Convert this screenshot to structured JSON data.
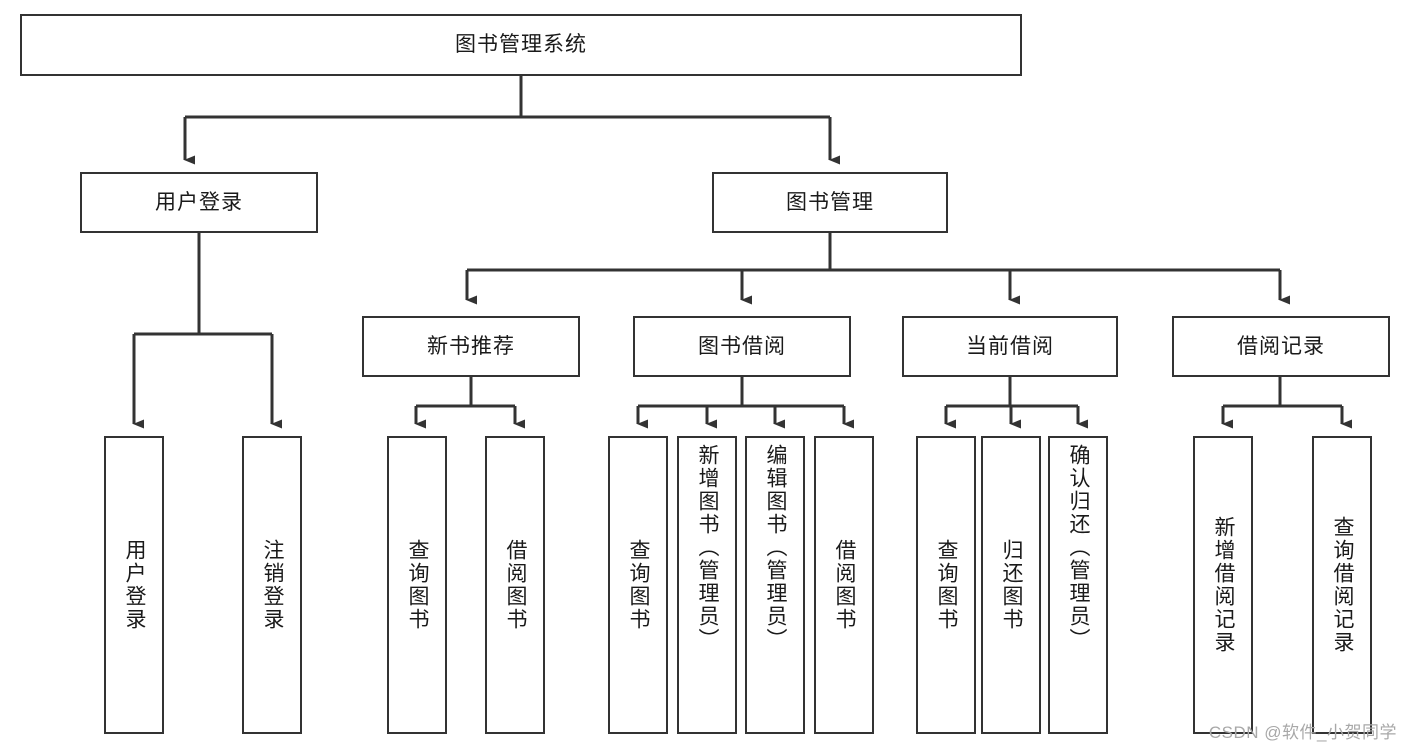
{
  "diagram": {
    "type": "tree",
    "title": "图书管理系统",
    "watermark": "CSDN @软件_小贺同学",
    "colors": {
      "box_border": "#333333",
      "box_fill": "#ffffff",
      "connector": "#333333",
      "text": "#1a1a1a",
      "watermark": "#a8a8a8",
      "background": "#ffffff"
    },
    "nodes": {
      "root": "图书管理系统",
      "level2": [
        "用户登录",
        "图书管理"
      ],
      "level3": [
        "新书推荐",
        "图书借阅",
        "当前借阅",
        "借阅记录"
      ],
      "leaves": {
        "user_login": [
          "用户登录",
          "注销登录"
        ],
        "new_book": [
          "查询图书",
          "借阅图书"
        ],
        "borrow_book": [
          "查询图书",
          "新增图书（管理员）",
          "编辑图书（管理员）",
          "借阅图书"
        ],
        "current_borrow": [
          "查询图书",
          "归还图书",
          "确认归还（管理员）"
        ],
        "borrow_record": [
          "新增借阅记录",
          "查询借阅记录"
        ]
      }
    }
  }
}
